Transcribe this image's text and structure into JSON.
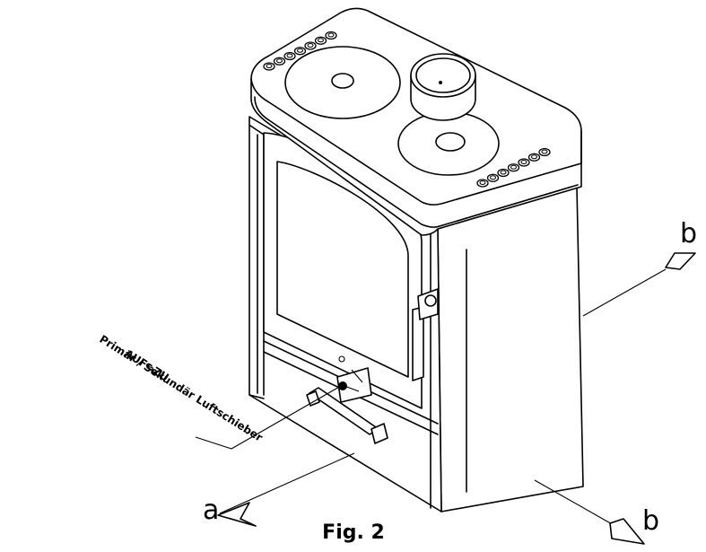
{
  "figure": {
    "caption": "Fig. 2",
    "labels": {
      "front_arrow": "a",
      "side_arrow_right": "b",
      "side_arrow_bottom": "b",
      "slider_open_close": "AUF⇔ZU",
      "slider_name": "Primär / Sekundär  Luftschieber"
    },
    "hotplate_knob_count": 14
  }
}
